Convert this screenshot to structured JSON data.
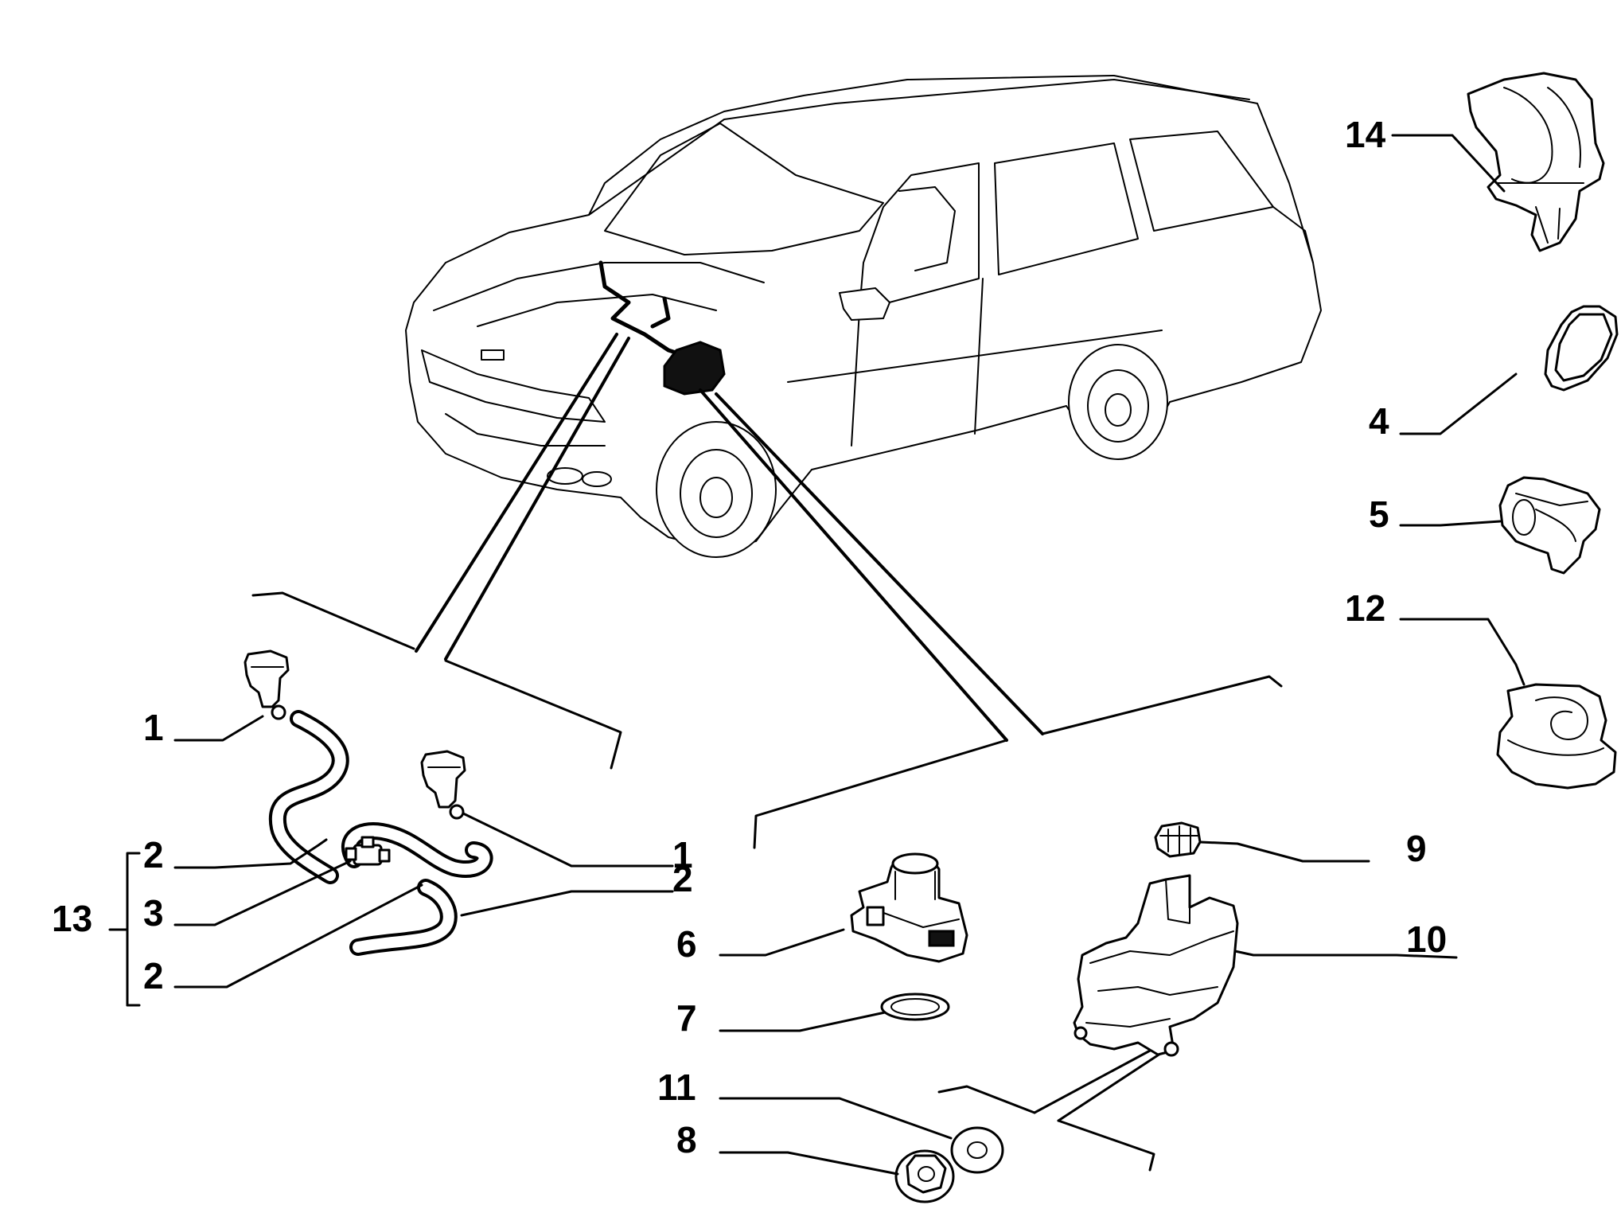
{
  "diagram": {
    "labels": {
      "p1a": "1",
      "p1b": "1",
      "p2a": "2",
      "p2b": "2",
      "p2c": "2",
      "p3": "3",
      "p13": "13",
      "p4": "4",
      "p5": "5",
      "p6": "6",
      "p7": "7",
      "p8": "8",
      "p9": "9",
      "p10": "10",
      "p11": "11",
      "p12": "12",
      "p14": "14"
    }
  }
}
